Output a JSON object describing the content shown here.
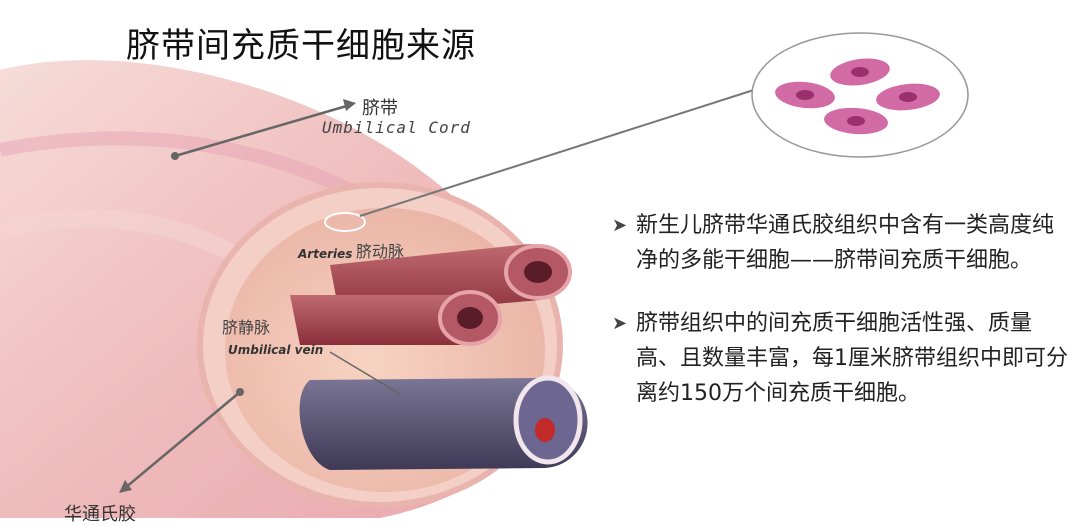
{
  "title": "脐带间充质干细胞来源",
  "labels": {
    "umbilical_cord_cn": "脐带",
    "umbilical_cord_en": "Umbilical Cord",
    "arteries_en": "Arteries",
    "arteries_cn": "脐动脉",
    "vein_cn": "脐静脉",
    "vein_en": "Umbilical vein",
    "wharton_cn": "华通氏胶"
  },
  "bullets": [
    {
      "text": "新生儿脐带华通氏胶组织中含有一类高度纯净的多能干细胞——脐带间充质干细胞。"
    },
    {
      "text": "脐带组织中的间充质干细胞活性强、质量高、且数量丰富，每1厘米脐带组织中即可分离约150万个间充质干细胞。"
    }
  ],
  "colors": {
    "cord_skin": "#f2c6c4",
    "wharton": "#f0c3b0",
    "artery": "#a84a52",
    "vein": "#56506b",
    "cell": "#d466a6",
    "arrow": "#666666"
  }
}
